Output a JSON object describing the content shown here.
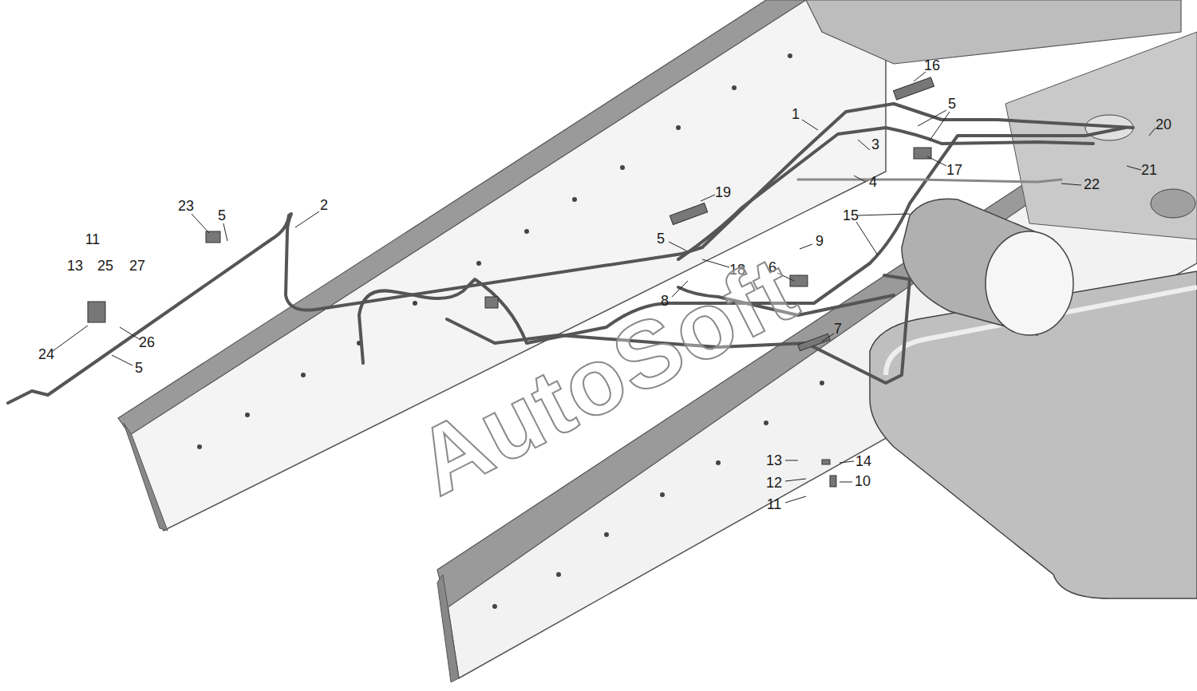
{
  "diagram": {
    "labels": [
      "16",
      "5",
      "1",
      "20",
      "3",
      "17",
      "21",
      "4",
      "22",
      "19",
      "23",
      "5",
      "2",
      "15",
      "5",
      "9",
      "11",
      "13",
      "25",
      "27",
      "6",
      "18",
      "8",
      "7",
      "24",
      "26",
      "5",
      "13",
      "14",
      "12",
      "10",
      "11",
      "AutoSoft"
    ]
  }
}
